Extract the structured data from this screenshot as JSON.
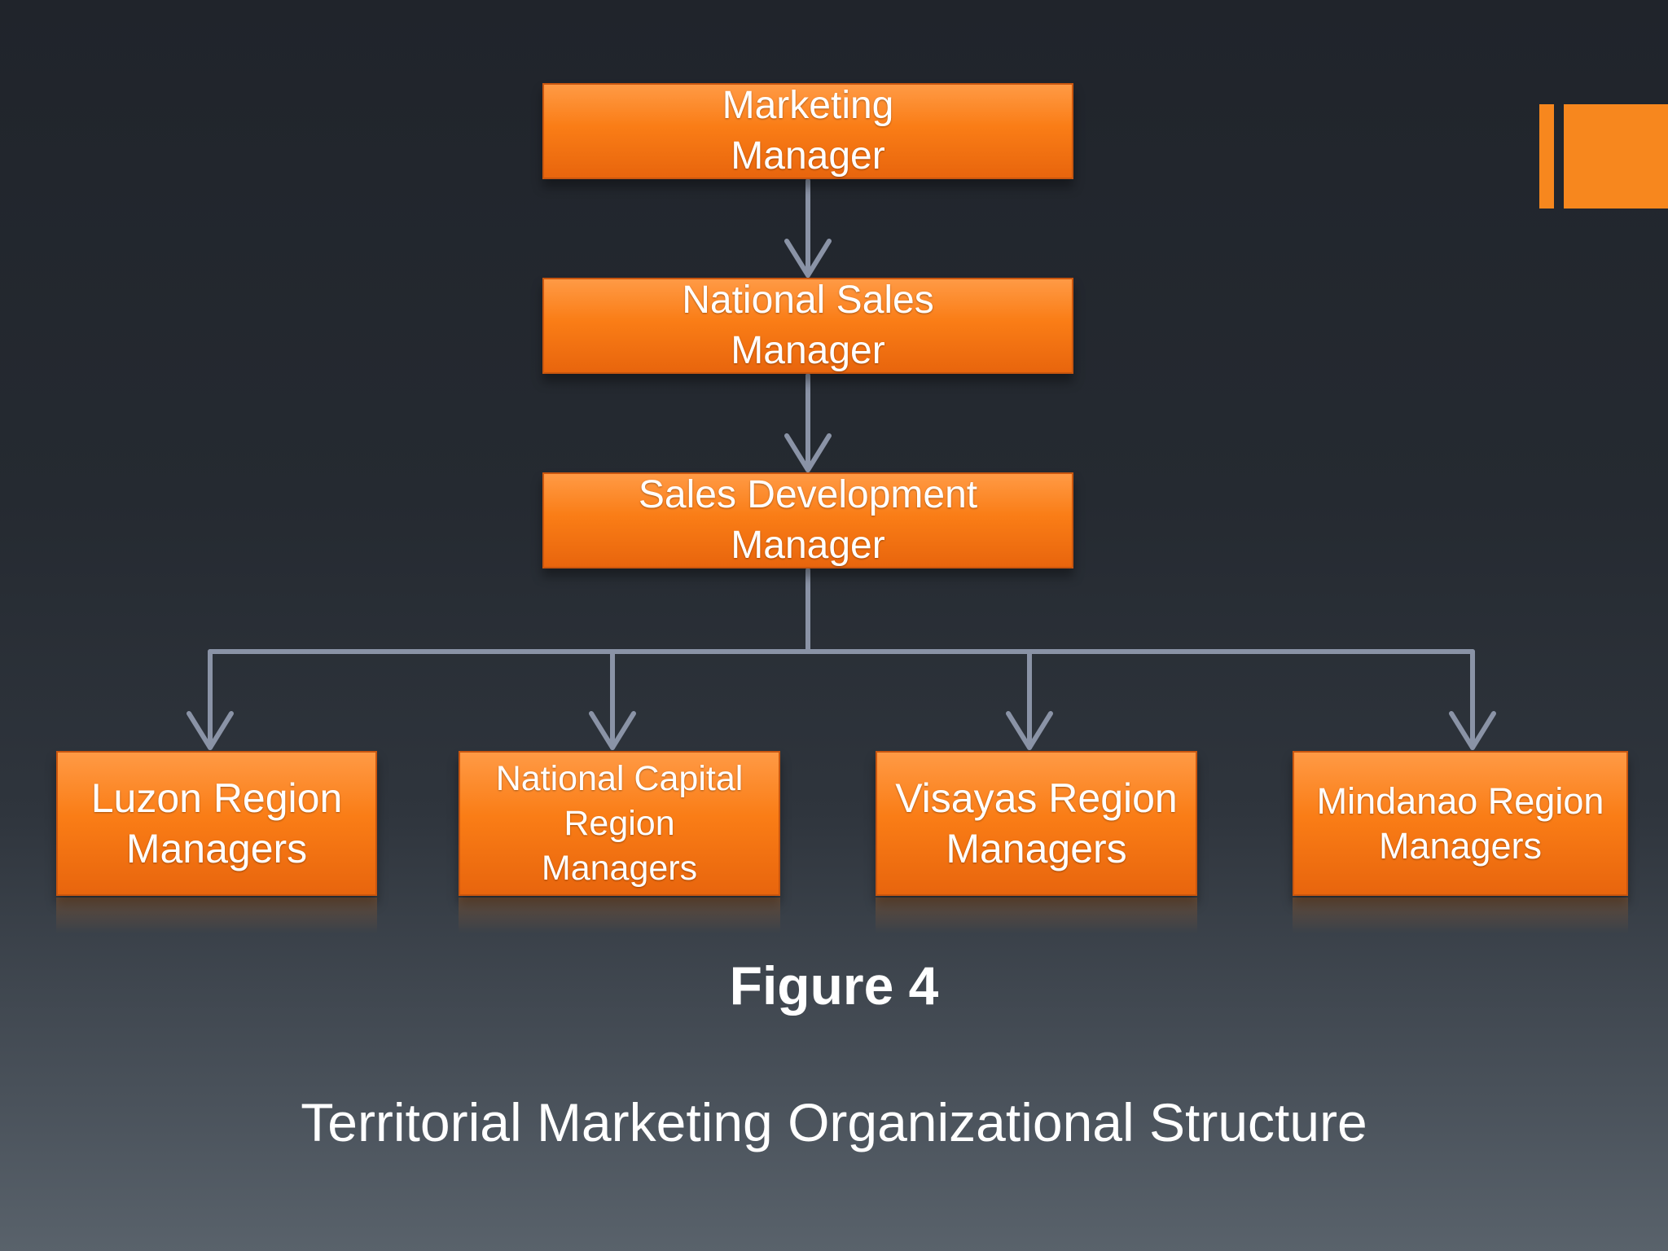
{
  "colors": {
    "box_fill": "#fa7d16",
    "box_fill_light": "#ff9a45",
    "box_fill_dark": "#e8650d",
    "connector": "#8a93a6",
    "accent": "#f7871e",
    "text": "#ffffff"
  },
  "diagram": {
    "nodes": {
      "marketing_manager": "Marketing\nManager",
      "national_sales_manager": "National Sales\nManager",
      "sales_development_manager": "Sales Development\nManager",
      "luzon": "Luzon Region\nManagers",
      "ncr": "National Capital\nRegion\nManagers",
      "visayas": "Visayas Region\nManagers",
      "mindanao": "Mindanao Region\nManagers"
    },
    "edges": [
      [
        "marketing_manager",
        "national_sales_manager"
      ],
      [
        "national_sales_manager",
        "sales_development_manager"
      ],
      [
        "sales_development_manager",
        "luzon"
      ],
      [
        "sales_development_manager",
        "ncr"
      ],
      [
        "sales_development_manager",
        "visayas"
      ],
      [
        "sales_development_manager",
        "mindanao"
      ]
    ]
  },
  "figure": {
    "label": "Figure 4",
    "caption": "Territorial Marketing Organizational Structure"
  }
}
